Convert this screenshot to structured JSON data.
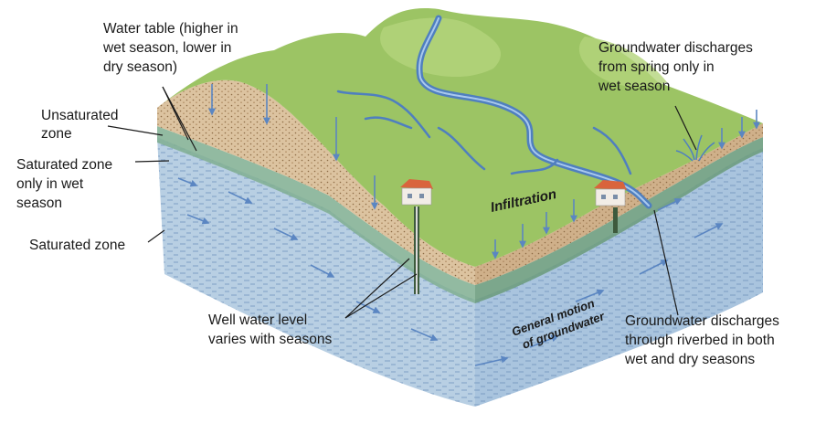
{
  "labels": {
    "water_table": [
      "Water table (higher in",
      "wet season, lower in",
      "dry season)"
    ],
    "unsaturated_zone": [
      "Unsaturated",
      "zone"
    ],
    "saturated_wet": [
      "Saturated zone",
      "only in wet",
      "season"
    ],
    "saturated_zone": [
      "Saturated zone"
    ],
    "infiltration": "Infiltration",
    "spring": [
      "Groundwater discharges",
      "from spring only in",
      "wet season"
    ],
    "well_level": [
      "Well water level",
      "varies with seasons"
    ],
    "riverbed": [
      "Groundwater discharges",
      "through riverbed in both",
      "wet and dry seasons"
    ],
    "general_motion": [
      "General motion",
      "of groundwater"
    ]
  },
  "colors": {
    "grass": "#9cc464",
    "grass_dark": "#6e9d40",
    "soil": "#dcc3a0",
    "soil_edge": "#b99568",
    "wet_band": "#7fae90",
    "groundwater": "#b8cfe3",
    "groundwater_dark": "#8fb0cf",
    "river": "#4f7fbf",
    "arrow": "#5b86c2",
    "house_roof": "#d9643c",
    "house_wall": "#f2ede6"
  }
}
